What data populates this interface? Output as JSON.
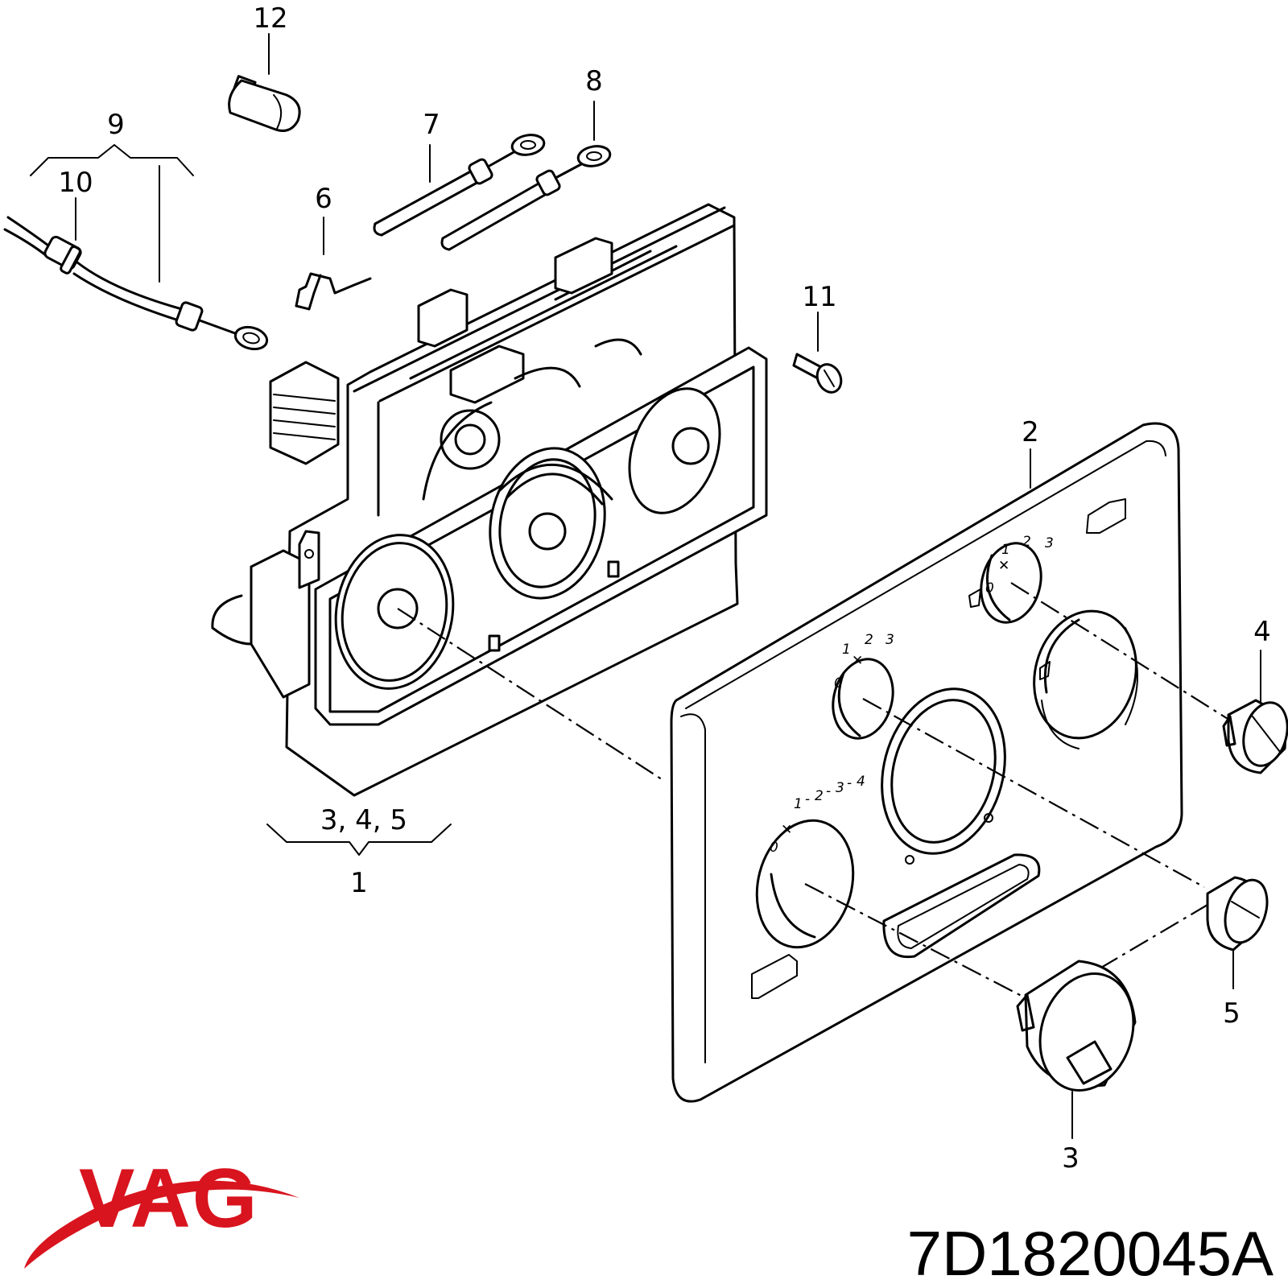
{
  "callouts": {
    "c12": "12",
    "c9": "9",
    "c10": "10",
    "c8": "8",
    "c7": "7",
    "c6": "6",
    "c11": "11",
    "c2": "2",
    "c4": "4",
    "c5": "5",
    "c3": "3",
    "c345": "3, 4, 5",
    "c1": "1"
  },
  "panel_markings": {
    "dial_left": [
      "1",
      "2",
      "3",
      "4"
    ],
    "dial_left_sep": "-",
    "dial_mid": [
      "1",
      "2",
      "3"
    ],
    "dial_top": [
      "1",
      "2",
      "3"
    ],
    "zero": "0"
  },
  "brand": {
    "name": "VAG",
    "color": "#d8141e"
  },
  "part_number": "7D1820045A"
}
